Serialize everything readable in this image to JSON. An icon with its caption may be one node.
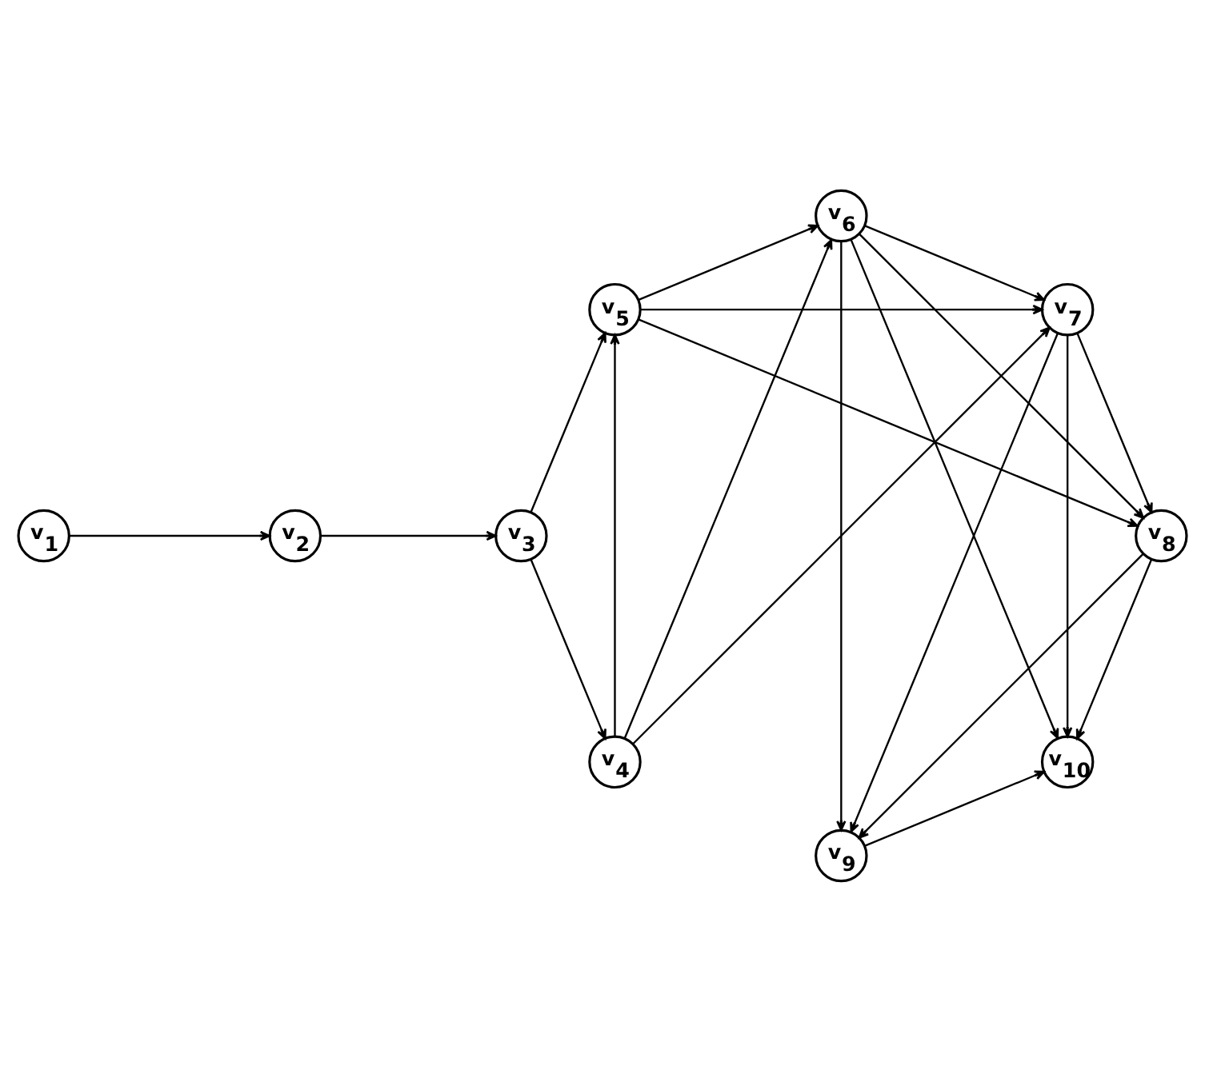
{
  "diagram": {
    "nodes": [
      {
        "text": [
          "v$_{1}$"
        ]
      },
      {
        "text": [
          "v$_{2}$"
        ]
      },
      {
        "text": [
          "v$_{3}$"
        ]
      },
      {
        "text": [
          "v$_{4}$"
        ]
      },
      {
        "text": [
          "v$_{5}$"
        ]
      },
      {
        "text": [
          "v$_{6}$"
        ]
      },
      {
        "text": [
          "v$_{7}$"
        ]
      },
      {
        "text": [
          "v$_{8}$"
        ]
      },
      {
        "text": [
          "v$_{9}$"
        ]
      },
      {
        "text": [
          "v$_{10}$"
        ]
      }
    ],
    "edges": [
      {
        "from": 0,
        "to": 1,
        "arrow": "to"
      },
      {
        "from": 1,
        "to": 2,
        "arrow": "to"
      },
      {
        "from": 2,
        "to": 3,
        "arrow": "to"
      },
      {
        "from": 2,
        "to": 4,
        "arrow": "to"
      },
      {
        "from": 3,
        "to": 4,
        "arrow": "to"
      },
      {
        "from": 3,
        "to": 5,
        "arrow": "to"
      },
      {
        "from": 3,
        "to": 6,
        "arrow": "to"
      },
      {
        "from": 4,
        "to": 5,
        "arrow": "to"
      },
      {
        "from": 4,
        "to": 6,
        "arrow": "to"
      },
      {
        "from": 4,
        "to": 7,
        "arrow": "to"
      },
      {
        "from": 5,
        "to": 6,
        "arrow": "to"
      },
      {
        "from": 5,
        "to": 7,
        "arrow": "to"
      },
      {
        "from": 5,
        "to": 8,
        "arrow": "to"
      },
      {
        "from": 5,
        "to": 9,
        "arrow": "to"
      },
      {
        "from": 6,
        "to": 7,
        "arrow": "to"
      },
      {
        "from": 6,
        "to": 8,
        "arrow": "to"
      },
      {
        "from": 6,
        "to": 9,
        "arrow": "to"
      },
      {
        "from": 7,
        "to": 8,
        "arrow": "to"
      },
      {
        "from": 7,
        "to": 9,
        "arrow": "to"
      },
      {
        "from": 8,
        "to": 9,
        "arrow": "to"
      }
    ]
  }
}
